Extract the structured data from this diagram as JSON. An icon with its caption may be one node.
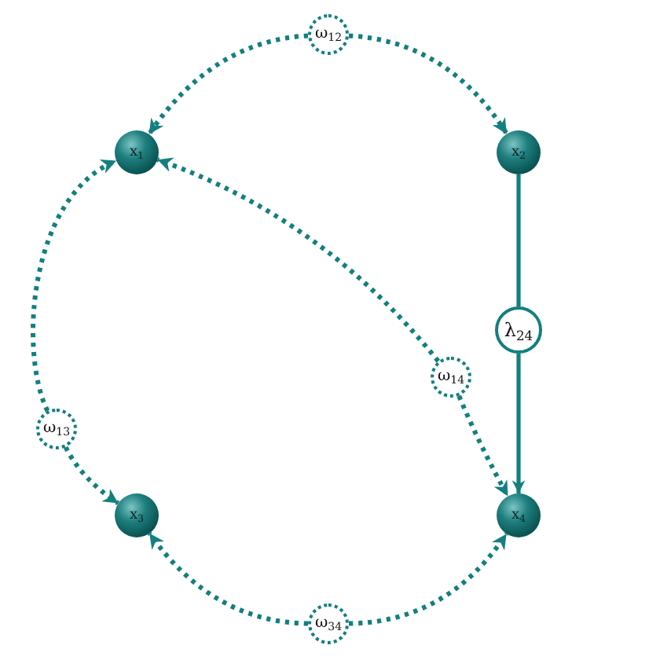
{
  "diagram": {
    "nodes": [
      {
        "text": [
          "x$_{1}$"
        ]
      },
      {
        "text": [
          "x$_{2}$"
        ]
      },
      {
        "text": [
          "x$_{3}$"
        ]
      },
      {
        "text": [
          "x$_{4}$"
        ]
      },
      {
        "text": [
          "ω$_{12}$"
        ]
      },
      {
        "text": [
          "ω$_{13}$"
        ]
      },
      {
        "text": [
          "ω$_{14}$"
        ]
      },
      {
        "text": [
          "ω$_{34}$"
        ]
      },
      {
        "text": [
          "λ$_{24}$"
        ]
      }
    ],
    "edges": [
      {
        "from": 4,
        "to": 0,
        "arrow": "to",
        "style": "dashed"
      },
      {
        "from": 4,
        "to": 1,
        "arrow": "to",
        "style": "dashed"
      },
      {
        "from": 5,
        "to": 0,
        "arrow": "to",
        "style": "dashed"
      },
      {
        "from": 5,
        "to": 2,
        "arrow": "to",
        "style": "dashed"
      },
      {
        "from": 6,
        "to": 0,
        "arrow": "to",
        "style": "dashed"
      },
      {
        "from": 6,
        "to": 3,
        "arrow": "to",
        "style": "dashed"
      },
      {
        "from": 7,
        "to": 2,
        "arrow": "to",
        "style": "dashed"
      },
      {
        "from": 7,
        "to": 3,
        "arrow": "to",
        "style": "dashed"
      },
      {
        "from": 1,
        "to": 8,
        "arrow": "none"
      },
      {
        "from": 8,
        "to": 3,
        "arrow": "to"
      }
    ]
  }
}
